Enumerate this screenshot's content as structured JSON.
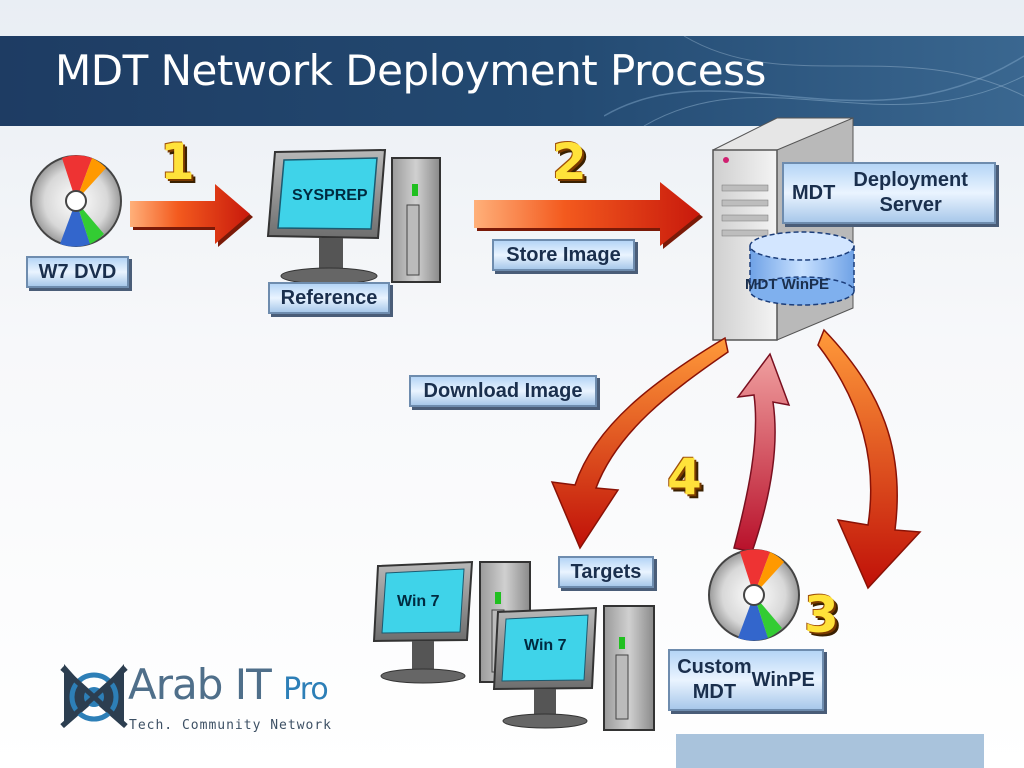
{
  "slide": {
    "title": "MDT Network Deployment Process"
  },
  "steps": [
    "1",
    "2",
    "3",
    "4"
  ],
  "labels": {
    "w7_dvd": "W7 DVD",
    "reference": "Reference",
    "store_image": "Store Image",
    "mdt_server_line1": "MDT",
    "mdt_server_line2": "Deployment Server",
    "mdt_winpe": "MDT WinPE",
    "download_image": "Download Image",
    "targets": "Targets",
    "custom_winpe_line1": "Custom MDT",
    "custom_winpe_line2": "WinPE"
  },
  "screens": {
    "reference_screen": "SYSPREP",
    "target_1": "Win 7",
    "target_2": "Win 7"
  },
  "logo": {
    "name_main": "Arab IT",
    "name_suffix": "Pro",
    "tagline": "Tech. Community Network"
  },
  "icons": [
    "dvd-icon",
    "computer-icon",
    "server-icon",
    "arrow-icon",
    "logo-icon"
  ],
  "colors": {
    "header": "#234a72",
    "label_fill": "#d6e8fb",
    "label_border": "#6e8cae",
    "screen": "#3fd3e9",
    "step_number": "#ffe23a",
    "arrow": "#e23a12"
  }
}
